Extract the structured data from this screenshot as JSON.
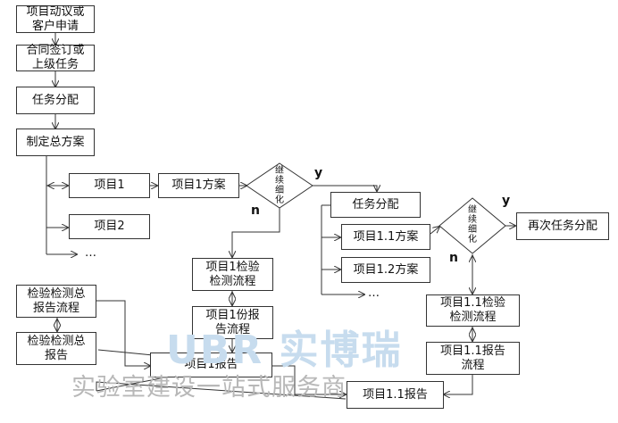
{
  "nodes": {
    "n1": "项目动议或\n客户申请",
    "n2": "合同签订或\n上级任务",
    "n3": "任务分配",
    "n4": "制定总方案",
    "p1": "项目1",
    "p2": "项目2",
    "p1plan": "项目1方案",
    "d1": "继\n续\n细\n化",
    "task2": "任务分配",
    "p11plan": "项目1.1方案",
    "p12plan": "项目1.2方案",
    "d2": "继\n续\n细\n化",
    "again": "再次任务分配",
    "p1check": "项目1检验\n检测流程",
    "p1part": "项目1份报\n告流程",
    "p1report": "项目1报告",
    "summary1": "检验检测总\n报告流程",
    "summary2": "检验检测总\n报告",
    "p11check": "项目1.1检验\n检测流程",
    "p11rflow": "项目1.1报告\n流程",
    "p11report": "项目1.1报告"
  },
  "labels": {
    "y1": "y",
    "n1": "n",
    "y2": "y",
    "n2": "n",
    "ell1": "…",
    "ell2": "…"
  },
  "watermark": {
    "logo": "UBR 实博瑞",
    "tagline": "实验室建设一站式服务商"
  },
  "colors": {
    "line": "#333333",
    "watermark_logo": "#c7dcee",
    "watermark_text": "#b8b8b8"
  }
}
